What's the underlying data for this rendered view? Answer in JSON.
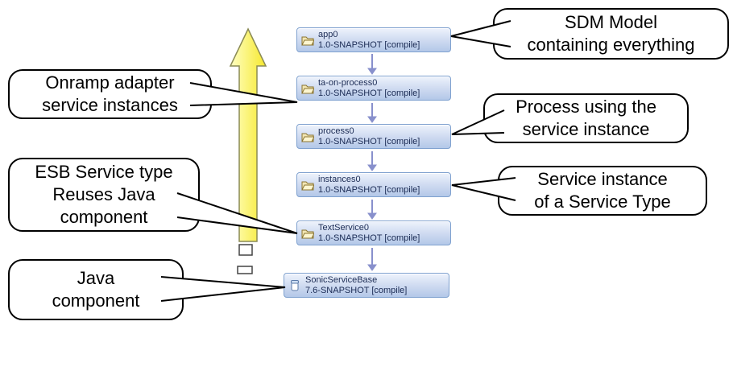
{
  "diagram": {
    "nodes": [
      {
        "name": "app0",
        "version": "1.0-SNAPSHOT [compile]",
        "icon": "open-folder"
      },
      {
        "name": "ta-on-process0",
        "version": "1.0-SNAPSHOT [compile]",
        "icon": "open-folder"
      },
      {
        "name": "process0",
        "version": "1.0-SNAPSHOT [compile]",
        "icon": "open-folder"
      },
      {
        "name": "instances0",
        "version": "1.0-SNAPSHOT [compile]",
        "icon": "open-folder"
      },
      {
        "name": "TextService0",
        "version": "1.0-SNAPSHOT [compile]",
        "icon": "open-folder"
      },
      {
        "name": "SonicServiceBase",
        "version": "7.6-SNAPSHOT [compile]",
        "icon": "jar"
      }
    ],
    "callouts": {
      "sdm": {
        "lines": [
          "SDM Model",
          "containing everything"
        ]
      },
      "onramp": {
        "lines": [
          "Onramp adapter",
          "service instances"
        ]
      },
      "process": {
        "lines": [
          "Process using the",
          "service instance"
        ]
      },
      "esb": {
        "lines": [
          "ESB Service type",
          "Reuses Java",
          "component"
        ]
      },
      "instance": {
        "lines": [
          "Service instance",
          "of a Service Type"
        ]
      },
      "java": {
        "lines": [
          "Java",
          "component"
        ]
      }
    },
    "colors": {
      "node_border": "#7fa1cf",
      "node_fill_top": "#eef3fc",
      "node_fill_bottom": "#b3c8e8",
      "up_arrow_fill": "#f6e82e",
      "connector": "#8890cc",
      "callout_border": "#000000"
    }
  }
}
